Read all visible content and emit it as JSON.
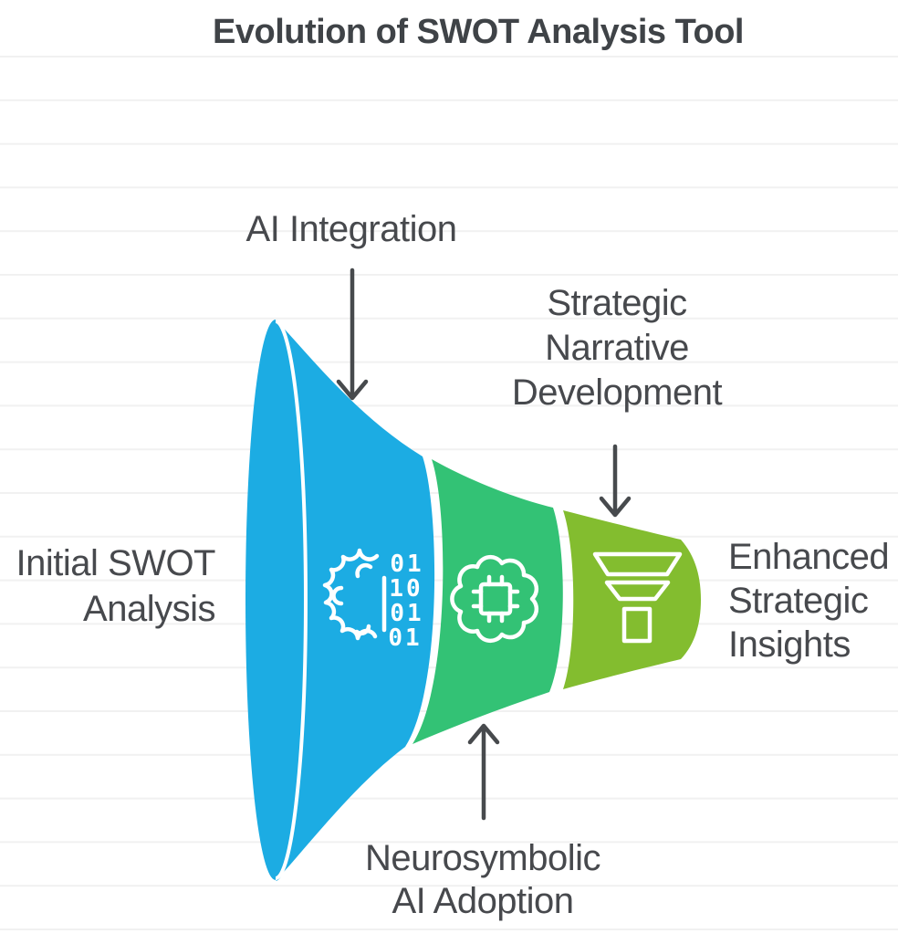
{
  "title": "Evolution of SWOT Analysis Tool",
  "colors": {
    "stage_initial_swot_blue": "#1CACE3",
    "stage_neurosymbolic_green": "#33C275",
    "stage_strategic_lime": "#83BD2F",
    "label_text": "#47494D",
    "title_text": "#3F4347",
    "arrow": "#474A4D",
    "gridline": "#F1F1F1",
    "icon_stroke": "#FFFFFF",
    "background": "#FFFFFF"
  },
  "funnel": {
    "stages": [
      {
        "name": "Initial SWOT Analysis",
        "icon": "brain-binary-icon",
        "color": "#1CACE3",
        "binary_rows": [
          "01",
          "10",
          "01",
          "01"
        ]
      },
      {
        "name": "Neurosymbolic AI Adoption",
        "icon": "brain-chip-icon",
        "color": "#33C275"
      },
      {
        "name": "Strategic Narrative Development",
        "icon": "funnel-icon",
        "color": "#83BD2F"
      }
    ],
    "outcome": "Enhanced Strategic Insights"
  },
  "labels": {
    "ai_integration": [
      "AI Integration"
    ],
    "strategic_narrative": [
      "Strategic",
      "Narrative",
      "Development"
    ],
    "initial_swot": [
      "Initial SWOT",
      "Analysis"
    ],
    "enhanced_insights": [
      "Enhanced",
      "Strategic",
      "Insights"
    ],
    "neurosymbolic": [
      "Neurosymbolic",
      "AI Adoption"
    ]
  }
}
